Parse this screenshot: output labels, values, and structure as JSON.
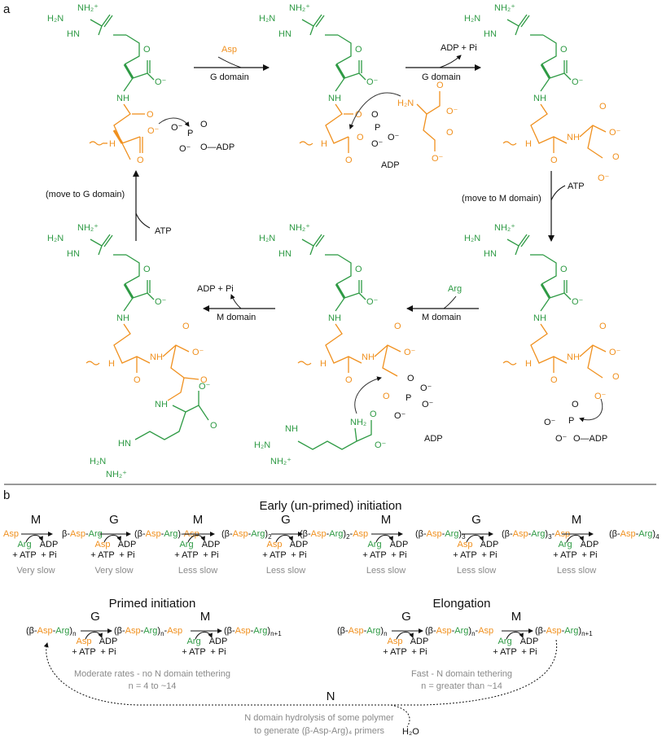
{
  "colors": {
    "arg": "#2e9a44",
    "asp": "#f0901e",
    "ink": "#111111",
    "gray": "#8a8a8a"
  },
  "panel_a": {
    "panel_label": "a",
    "steps": {
      "g1_reagent": "Asp",
      "g1_enzyme": "G domain",
      "g2_product": "ADP + Pi",
      "g2_enzyme": "G domain",
      "move_m_note": "(move to M domain)",
      "move_m_atp": "ATP",
      "m1_reagent": "Arg",
      "m1_enzyme": "M domain",
      "m2_product": "ADP + Pi",
      "m2_enzyme": "M domain",
      "move_g_note": "(move to G domain)",
      "move_g_atp": "ATP"
    },
    "labels": {
      "adp": "ADP",
      "o_adp": "O—ADP",
      "nh2plus": "NH₂⁺",
      "h2n": "H₂N",
      "hn": "HN",
      "nh": "NH",
      "nh2": "NH₂",
      "h": "H",
      "o": "O",
      "ominus": "O⁻",
      "p": "P"
    }
  },
  "panel_b": {
    "panel_label": "b",
    "early_title": "Early (un-primed) initiation",
    "early_steps": [
      {
        "enzyme": "M",
        "reagent": "Arg",
        "atp": "+ ATP",
        "adp": "ADP",
        "pi": "+ Pi",
        "rate": "Very slow"
      },
      {
        "enzyme": "G",
        "reagent": "Asp",
        "atp": "+ ATP",
        "adp": "ADP",
        "pi": "+ Pi",
        "rate": "Very slow"
      },
      {
        "enzyme": "M",
        "reagent": "Arg",
        "atp": "+ ATP",
        "adp": "ADP",
        "pi": "+ Pi",
        "rate": "Less slow"
      },
      {
        "enzyme": "G",
        "reagent": "Asp",
        "atp": "+ ATP",
        "adp": "ADP",
        "pi": "+ Pi",
        "rate": "Less slow"
      },
      {
        "enzyme": "M",
        "reagent": "Arg",
        "atp": "+ ATP",
        "adp": "ADP",
        "pi": "+ Pi",
        "rate": "Less slow"
      },
      {
        "enzyme": "G",
        "reagent": "Asp",
        "atp": "+ ATP",
        "adp": "ADP",
        "pi": "+ Pi",
        "rate": "Less slow"
      },
      {
        "enzyme": "M",
        "reagent": "Arg",
        "atp": "+ ATP",
        "adp": "ADP",
        "pi": "+ Pi",
        "rate": "Less slow"
      }
    ],
    "primed_title": "Primed initiation",
    "elongation_title": "Elongation",
    "g_label": "G",
    "m_label": "M",
    "asp": "Asp",
    "arg": "Arg",
    "atp": "+ ATP",
    "adp": "ADP",
    "pi": "+ Pi",
    "primed_rate": "Moderate rates - no N domain tethering",
    "primed_n": "n = 4 to ~14",
    "elong_rate": "Fast - N domain tethering",
    "elong_n": "n = greater than ~14",
    "n_label": "N",
    "hydrolysis_line1": "N domain hydrolysis of some polymer",
    "hydrolysis_line2": "to generate (β-Asp-Arg)₄ primers",
    "water": "H₂O"
  }
}
